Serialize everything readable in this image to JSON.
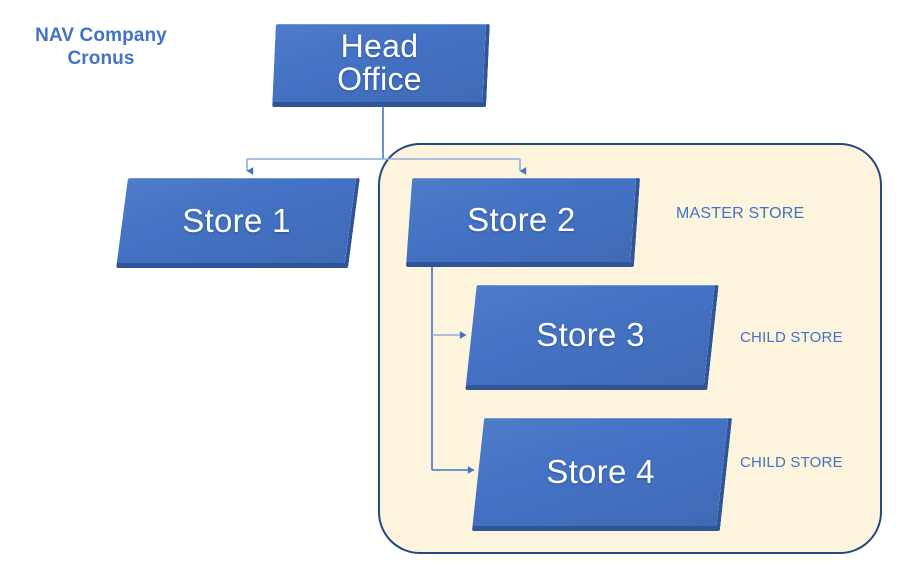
{
  "diagram": {
    "type": "org-hierarchy",
    "title": "NAV Company\nCronus",
    "colors": {
      "node_fill": "#4472C4",
      "node_edge": "#2F5597",
      "node_text": "#FFFFFF",
      "label_blue": "#4472C4",
      "panel_fill": "#FDF4DD",
      "panel_border": "#23497E",
      "connector": "#4472C4",
      "background": "#FFFFFF"
    },
    "nodes": {
      "head_office": {
        "label": "Head\nOffice"
      },
      "store_1": {
        "label": "Store 1"
      },
      "store_2": {
        "label": "Store 2"
      },
      "store_3": {
        "label": "Store 3"
      },
      "store_4": {
        "label": "Store 4"
      }
    },
    "annotations": {
      "master_store": "MASTER STORE",
      "child_store_3": "CHILD STORE",
      "child_store_4": "CHILD STORE"
    },
    "edges": [
      {
        "from": "head_office",
        "to": "store_1"
      },
      {
        "from": "head_office",
        "to": "store_2"
      },
      {
        "from": "store_2",
        "to": "store_3"
      },
      {
        "from": "store_2",
        "to": "store_4"
      }
    ],
    "group_panel": {
      "contains": [
        "store_2",
        "store_3",
        "store_4"
      ]
    }
  }
}
